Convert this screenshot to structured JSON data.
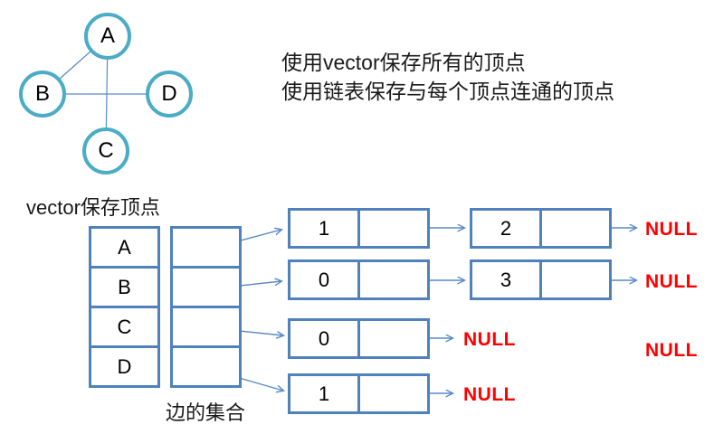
{
  "graph": {
    "nodes": [
      {
        "label": "A",
        "position": "top"
      },
      {
        "label": "B",
        "position": "left"
      },
      {
        "label": "C",
        "position": "bottom"
      },
      {
        "label": "D",
        "position": "right"
      }
    ],
    "edges": [
      "A-B",
      "A-C",
      "B-D"
    ]
  },
  "description": {
    "line1": "使用vector保存所有的顶点",
    "line2": "使用链表保存与每个顶点连通的顶点"
  },
  "labels": {
    "vector_store": "vector保存顶点",
    "edge_set": "边的集合"
  },
  "vector_cells": [
    "A",
    "B",
    "C",
    "D"
  ],
  "adjacency_lists": [
    {
      "vertex": "A",
      "nodes": [
        "1",
        "2"
      ],
      "terminator": "NULL"
    },
    {
      "vertex": "B",
      "nodes": [
        "0",
        "3"
      ],
      "terminator": "NULL"
    },
    {
      "vertex": "C",
      "nodes": [
        "0"
      ],
      "terminator": "NULL"
    },
    {
      "vertex": "D",
      "nodes": [
        "1"
      ],
      "terminator": "NULL"
    }
  ],
  "extra_null": "NULL",
  "colors": {
    "box_border": "#4f81bd",
    "circle_border": "#4bacc6",
    "connector": "#5a8ac6",
    "null_text": "#ff0000",
    "text": "#1a1a1a"
  }
}
